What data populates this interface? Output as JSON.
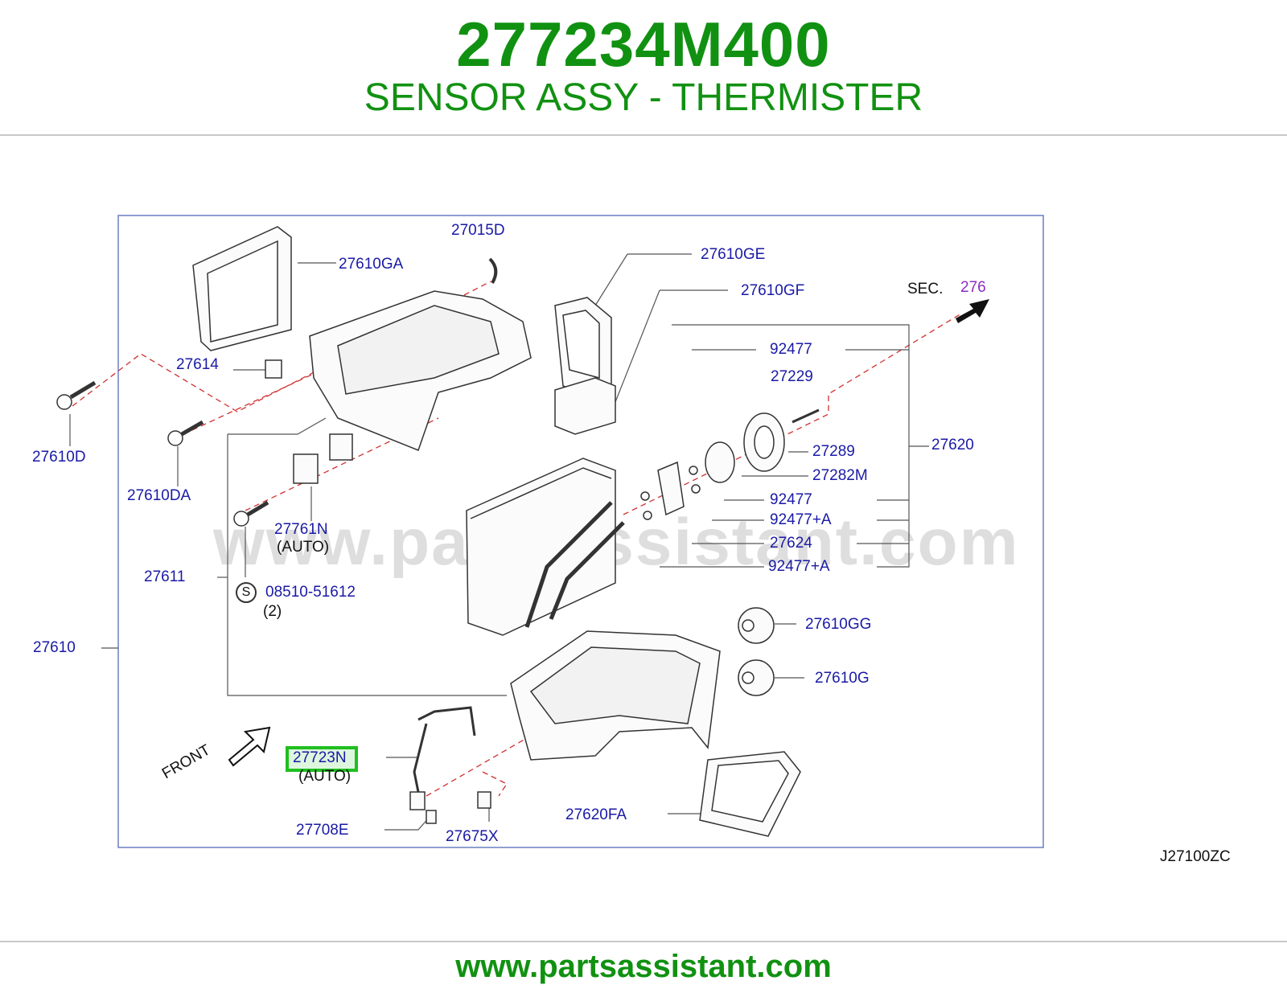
{
  "header": {
    "part_number": "277234M400",
    "description": "SENSOR ASSY - THERMISTER"
  },
  "diagram": {
    "watermark": "www.partsassistant.com",
    "drawing_code": "J27100ZC",
    "section_ref_label": "SEC.",
    "section_ref_number": "276",
    "front_label": "FRONT",
    "s_symbol": "S",
    "highlighted_part": "27723N",
    "callouts": {
      "p27015D": "27015D",
      "p27610GA": "27610GA",
      "p27610GE": "27610GE",
      "p27610GF": "27610GF",
      "p92477a": "92477",
      "p27229": "27229",
      "p27614": "27614",
      "p27610D": "27610D",
      "p27610DA": "27610DA",
      "p27289": "27289",
      "p27620": "27620",
      "p27282M": "27282M",
      "p92477b": "92477",
      "p92477A1": "92477+A",
      "p27624": "27624",
      "p92477A2": "92477+A",
      "p27761N": "27761N",
      "auto1": "(AUTO)",
      "p27611": "27611",
      "p08510": "08510-51612",
      "qty2": "(2)",
      "p27610GG": "27610GG",
      "p27610": "27610",
      "p27610G": "27610G",
      "p27723N": "27723N",
      "auto2": "(AUTO)",
      "p27620FA": "27620FA",
      "p27708E": "27708E",
      "p27675X": "27675X"
    }
  },
  "footer": {
    "url": "www.partsassistant.com"
  },
  "colors": {
    "brand_green": "#119111",
    "callout_blue": "#1a1aa6",
    "highlight_green": "#1fbf1f",
    "leader_red": "#d03030"
  }
}
